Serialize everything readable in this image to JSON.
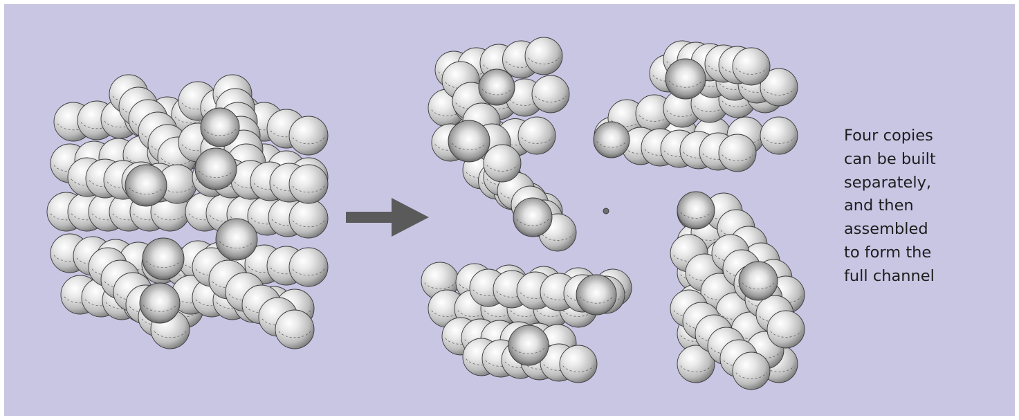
{
  "panel": {
    "background": "#c9c6e4"
  },
  "caption": {
    "lines": [
      "Four copies",
      "can be built",
      "separately,",
      "and then",
      "assembled",
      "to form the",
      "full channel"
    ]
  },
  "colors": {
    "arrow": "#5a5a5a",
    "sphere_light": "#ffffff",
    "sphere_mid": "#c4c4c4",
    "sphere_dark": "#6c6c6c",
    "outline": "#3a3a3a"
  }
}
